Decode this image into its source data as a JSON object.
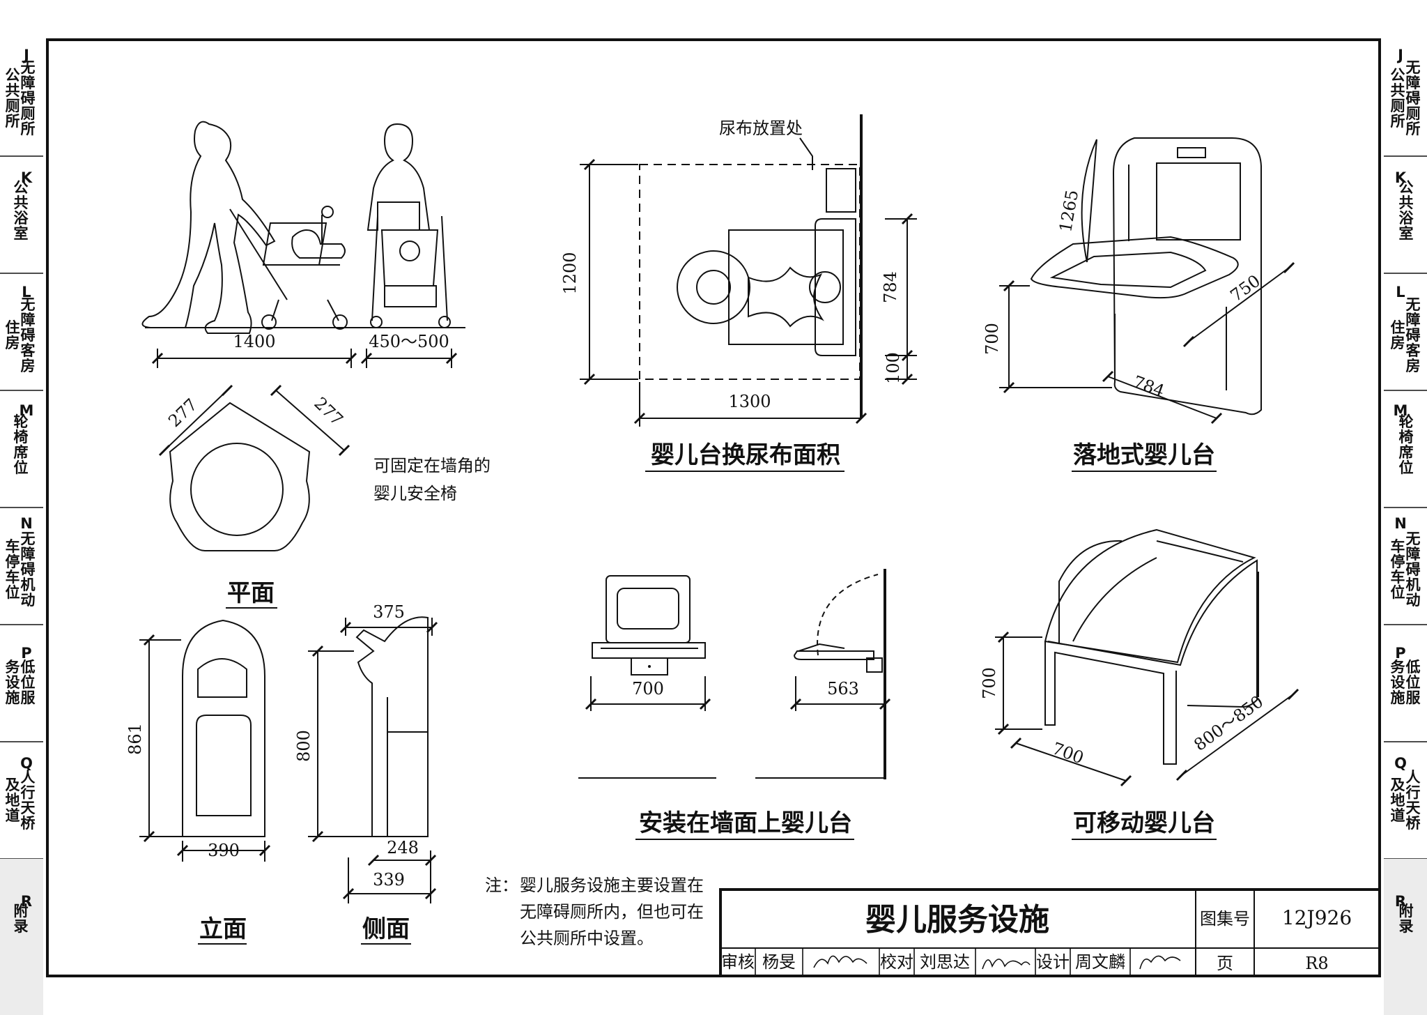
{
  "side_tabs": [
    {
      "letter": "J",
      "lines": [
        "无障碍厕所",
        "公共厕所"
      ]
    },
    {
      "letter": "K",
      "lines": [
        "公共浴室"
      ]
    },
    {
      "letter": "L",
      "lines": [
        "无障碍客房",
        "住房"
      ]
    },
    {
      "letter": "M",
      "lines": [
        "轮椅席位"
      ]
    },
    {
      "letter": "N",
      "lines": [
        "无障碍机动",
        "车停车位"
      ]
    },
    {
      "letter": "P",
      "lines": [
        "低位服",
        "务设施"
      ]
    },
    {
      "letter": "Q",
      "lines": [
        "人行天桥",
        "及地道"
      ]
    },
    {
      "letter": "R",
      "lines": [
        "附录"
      ]
    }
  ],
  "stroller": {
    "dim_length": "1400",
    "dim_width": "450～500"
  },
  "corner_seat": {
    "dim_left": "277",
    "dim_right": "277",
    "note_line1": "可固定在墙角的",
    "note_line2": "婴儿安全椅",
    "caption": "平面"
  },
  "front_view": {
    "dim_height": "861",
    "dim_width": "390",
    "caption": "立面"
  },
  "side_view": {
    "dim_top": "375",
    "dim_height": "800",
    "dim_bottom_inner": "248",
    "dim_bottom_outer": "339",
    "caption": "侧面"
  },
  "diaper_area": {
    "label": "尿布放置处",
    "dim_depth": "1200",
    "dim_width": "1300",
    "dim_table": "784",
    "dim_gap": "100",
    "caption": "婴儿台换尿布面积"
  },
  "floor_table": {
    "dim_height_total": "1265",
    "dim_table_height": "700",
    "dim_depth": "750",
    "dim_width": "784",
    "caption": "落地式婴儿台"
  },
  "wall_table": {
    "dim_front": "700",
    "dim_side": "563",
    "caption": "安装在墙面上婴儿台"
  },
  "mobile_table": {
    "dim_height": "700",
    "dim_width": "700",
    "dim_length": "800～850",
    "caption": "可移动婴儿台"
  },
  "note": {
    "prefix": "注：",
    "lines": [
      "婴儿服务设施主要设置在",
      "无障碍厕所内，但也可在",
      "公共厕所中设置。"
    ]
  },
  "title_block": {
    "title": "婴儿服务设施",
    "atlas_label": "图集号",
    "atlas_value": "12J926",
    "page_label": "页",
    "page_value": "R8",
    "review_label": "审核",
    "review_name": "杨旻",
    "check_label": "校对",
    "check_name": "刘思达",
    "design_label": "设计",
    "design_name": "周文麟"
  }
}
